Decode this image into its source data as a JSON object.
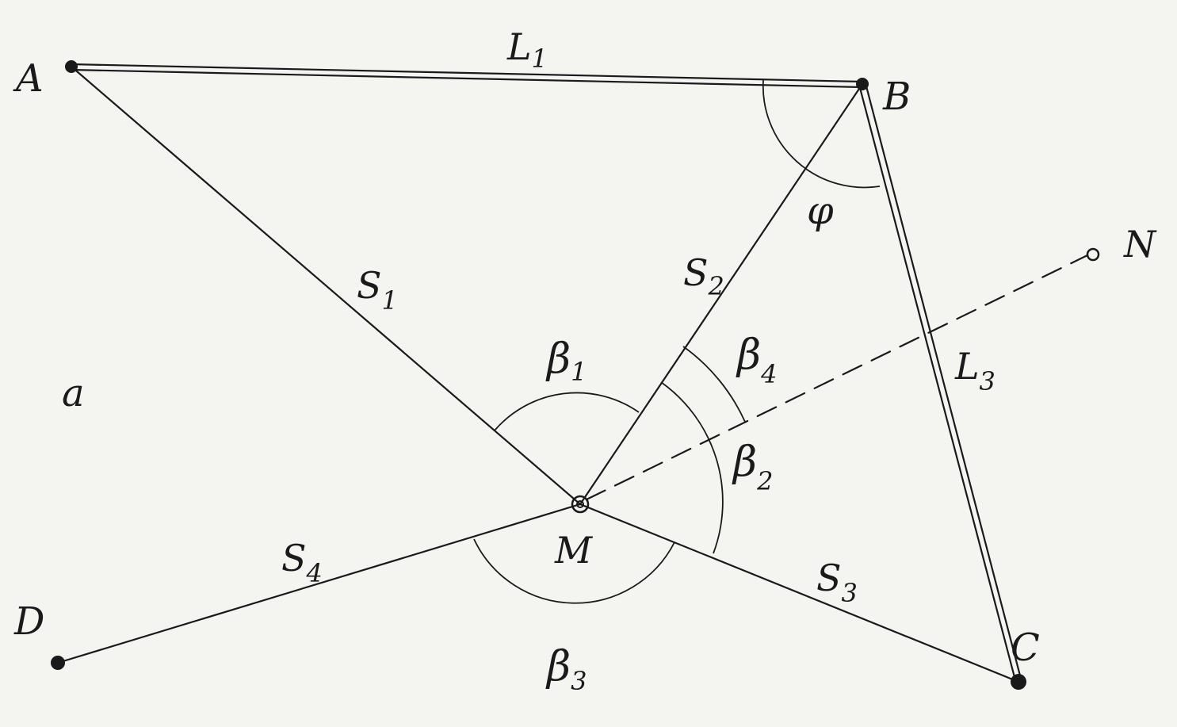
{
  "points": {
    "A": "A",
    "B": "B",
    "C": "C",
    "D": "D",
    "M": "M",
    "N": "N"
  },
  "segments": {
    "L1": {
      "main": "L",
      "sub": "1"
    },
    "L3": {
      "main": "L",
      "sub": "3"
    },
    "S1": {
      "main": "S",
      "sub": "1"
    },
    "S2": {
      "main": "S",
      "sub": "2"
    },
    "S3": {
      "main": "S",
      "sub": "3"
    },
    "S4": {
      "main": "S",
      "sub": "4"
    }
  },
  "angles": {
    "beta1": {
      "main": "β",
      "sub": "1"
    },
    "beta2": {
      "main": "β",
      "sub": "2"
    },
    "beta3": {
      "main": "β",
      "sub": "3"
    },
    "beta4": {
      "main": "β",
      "sub": "4"
    },
    "phi": "φ"
  },
  "region_label": "a"
}
